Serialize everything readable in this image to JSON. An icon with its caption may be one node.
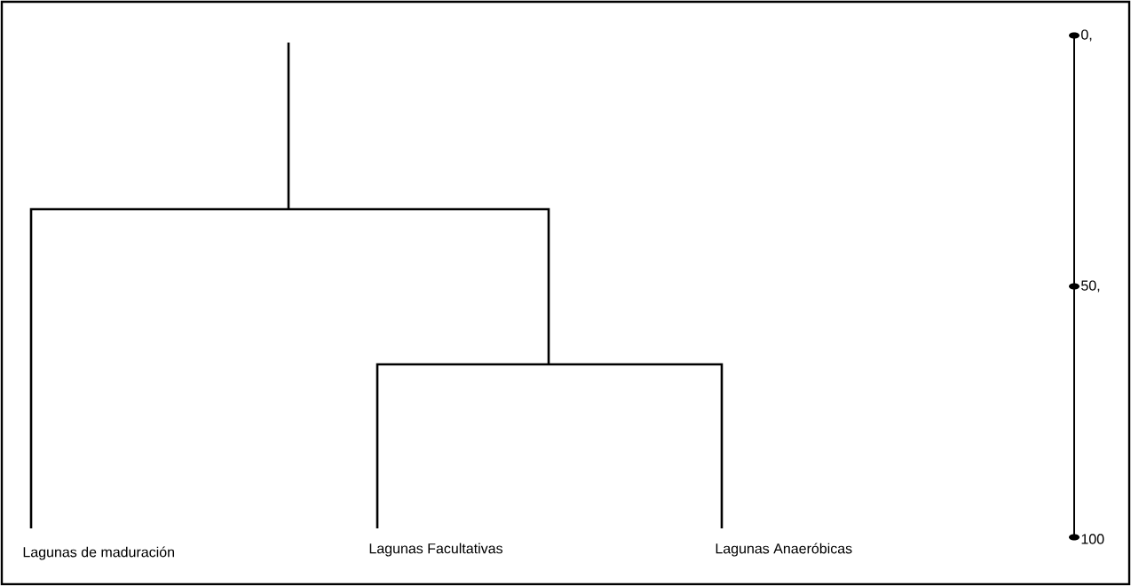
{
  "diagram": {
    "labels": [
      "Lagunas de maduración",
      "Lagunas Facultativas",
      "Lagunas Anaeróbicas",
      "0,",
      "50,",
      "100"
    ]
  }
}
